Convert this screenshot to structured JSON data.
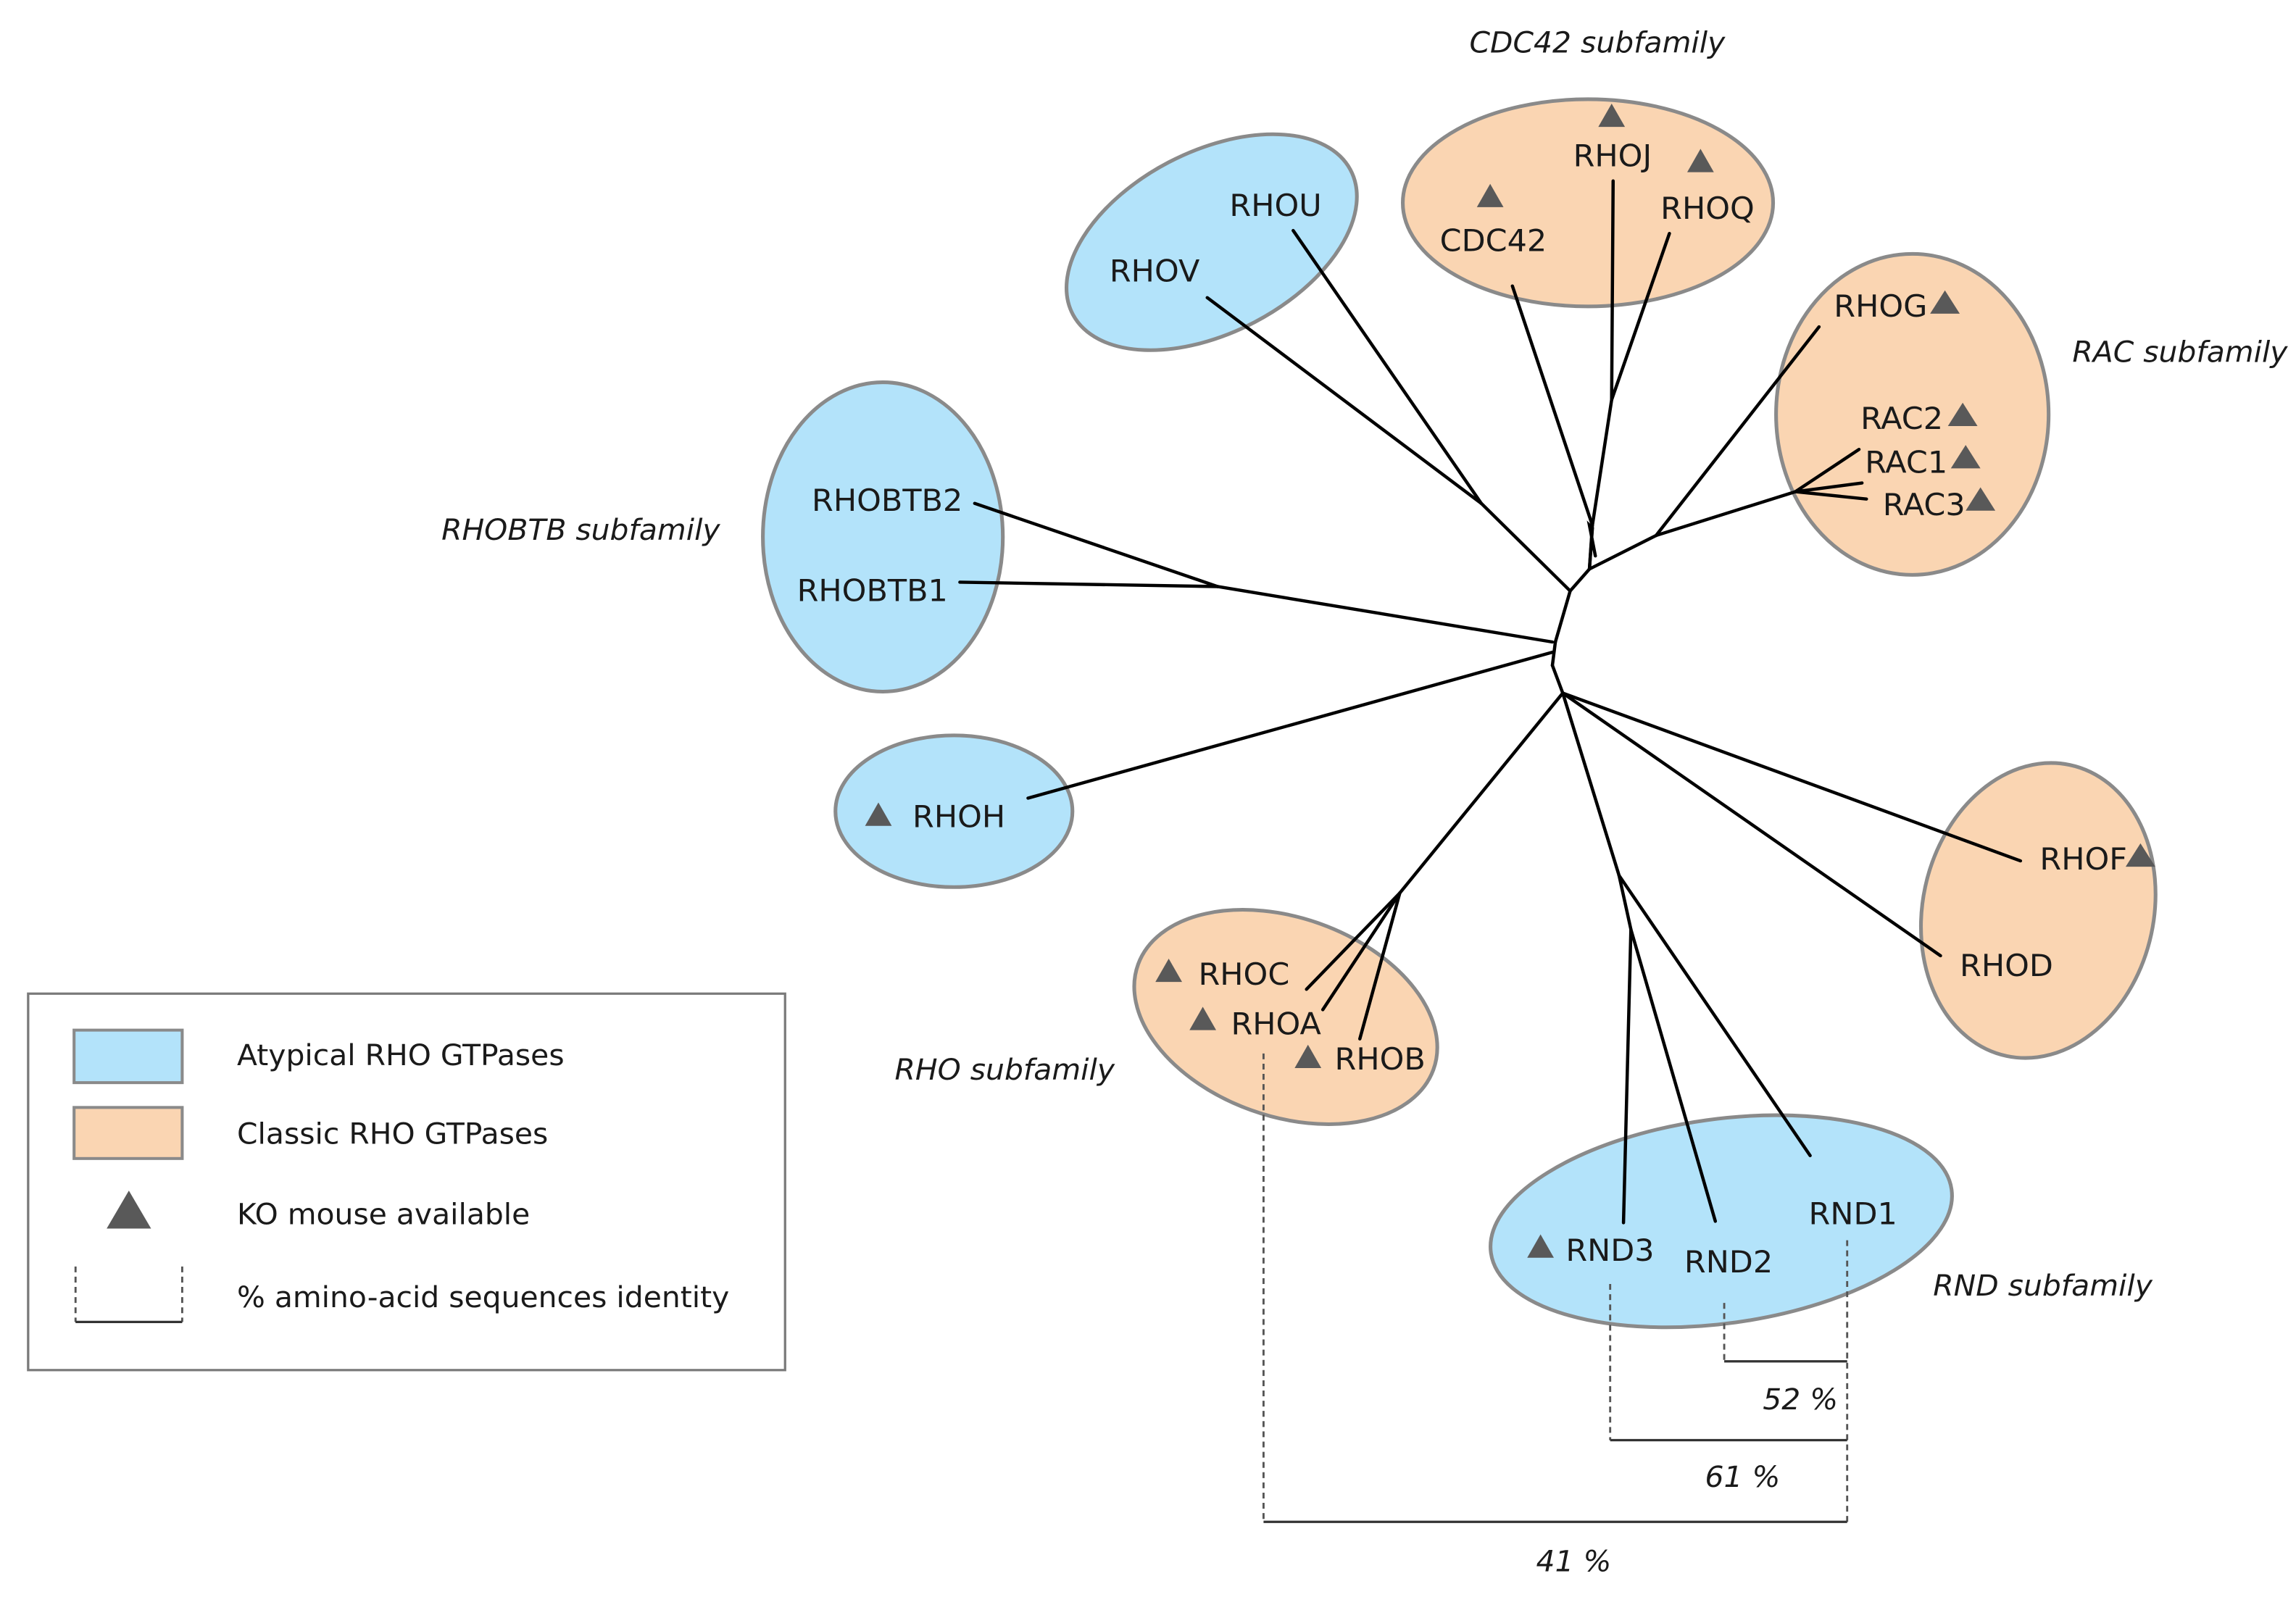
{
  "subfamilies": {
    "cdc42": "CDC42 subfamily",
    "rac": "RAC subfamily",
    "rhobtb": "RHOBTB subfamily",
    "rho": "RHO subfamily",
    "rnd": "RND subfamily"
  },
  "proteins": {
    "rhou": "RHOU",
    "rhov": "RHOV",
    "rhoj": "RHOJ",
    "rhoq": "RHOQ",
    "cdc42": "CDC42",
    "rhog": "RHOG",
    "rac2": "RAC2",
    "rac1": "RAC1",
    "rac3": "RAC3",
    "rhobtb2": "RHOBTB2",
    "rhobtb1": "RHOBTB1",
    "rhoh": "RHOH",
    "rhof": "RHOF",
    "rhod": "RHOD",
    "rhoc": "RHOC",
    "rhoa": "RHOA",
    "rhob": "RHOB",
    "rnd1": "RND1",
    "rnd2": "RND2",
    "rnd3": "RND3"
  },
  "identity": {
    "rnd1_rnd2": "52 %",
    "rnd1_rnd3": "61 %",
    "rnd1_rhoa": "41 %"
  },
  "legend": {
    "atypical": "Atypical RHO GTPases",
    "classic": "Classic RHO GTPases",
    "ko": "KO mouse available",
    "identity": "% amino-acid sequences identity"
  },
  "colors": {
    "atypical": "#b3e3fa",
    "classic": "#fad5b2",
    "ko_marker": "#595959"
  }
}
